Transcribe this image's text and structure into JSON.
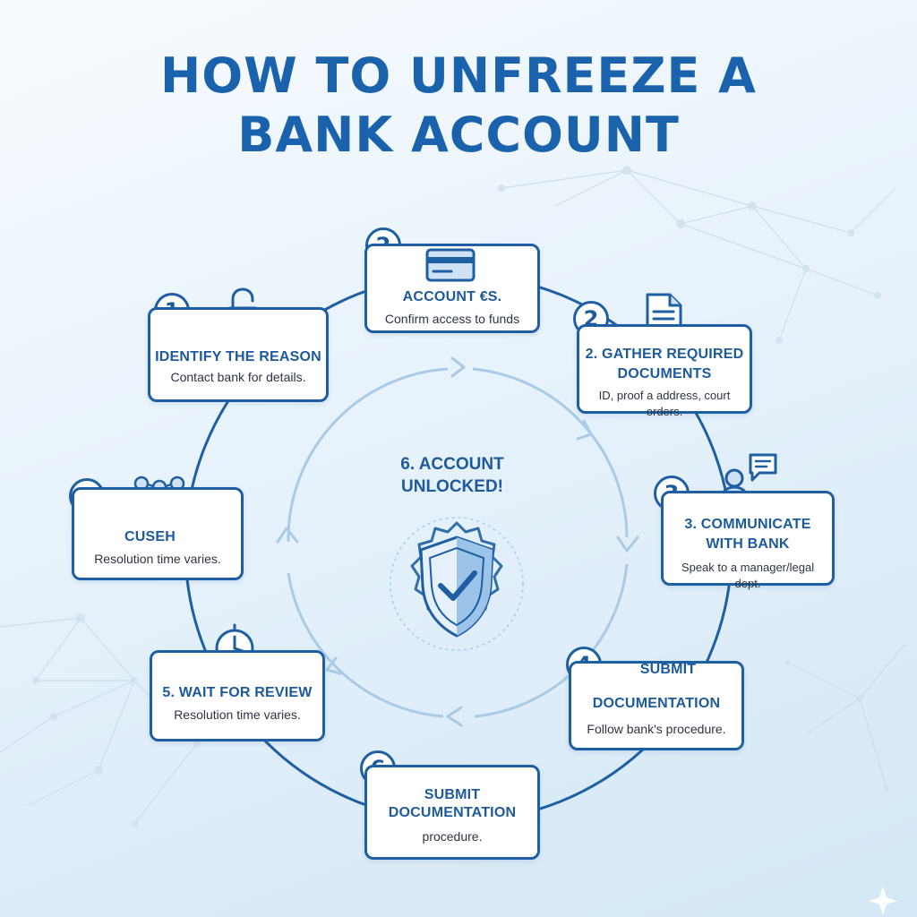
{
  "title": {
    "line1": "HOW TO UNFREEZE A",
    "line2": "BANK ACCOUNT"
  },
  "center": {
    "label_line1": "6. ACCOUNT",
    "label_line2": "UNLOCKED!",
    "icon": "shield-check-gear-icon"
  },
  "steps": [
    {
      "badge": "1",
      "title": "IDENTIFY THE REASON",
      "subtitle": "Contact bank for details.",
      "icon": "padlock-open-icon"
    },
    {
      "badge": "2",
      "title": "ACCOUNT €S.",
      "subtitle": "Confirm access to funds",
      "icon": "credit-card-icon"
    },
    {
      "badge": "2",
      "title_line1": "2. GATHER REQUIRED",
      "title_line2": "DOCUMENTS",
      "subtitle": "ID, proof a address, court orders.",
      "icon": "document-icon"
    },
    {
      "badge": "3",
      "title_line1": "3. COMMUNICATE",
      "title_line2": "WITH BANK",
      "subtitle": "Speak to a manager/legal dept.",
      "icon": "person-chat-icon"
    },
    {
      "badge": "4",
      "title_line1": "SUBMIT",
      "title_line2": "DOCUMENTATION",
      "subtitle": "Follow bank's procedure.",
      "icon": ""
    },
    {
      "badge": "6",
      "title_line1": "SUBMIT",
      "title_line2": "DOCUMENTATION",
      "subtitle": "procedure.",
      "icon": ""
    },
    {
      "badge": "",
      "title": "5. WAIT FOR REVIEW",
      "subtitle": "Resolution time varies.",
      "icon": "clock-icon"
    },
    {
      "badge": "6",
      "title": "CUSEH",
      "subtitle": "Resolution time varies.",
      "icon": "network-nodes-icon"
    }
  ],
  "colors": {
    "primary": "#1e5fa3",
    "title": "#1a63ac",
    "ring_inner": "#a9cbe8",
    "icon_fill": "#cfe2f5"
  }
}
